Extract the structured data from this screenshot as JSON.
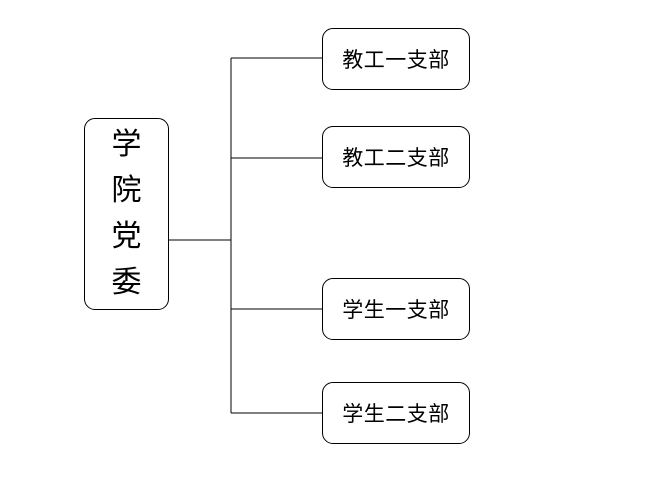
{
  "diagram": {
    "root": {
      "label": "学院党委"
    },
    "children": [
      {
        "label": "教工一支部"
      },
      {
        "label": "教工二支部"
      },
      {
        "label": "学生一支部"
      },
      {
        "label": "学生二支部"
      }
    ],
    "colors": {
      "line": "#000000",
      "box_border": "#000000",
      "background": "#ffffff",
      "text": "#000000"
    }
  }
}
